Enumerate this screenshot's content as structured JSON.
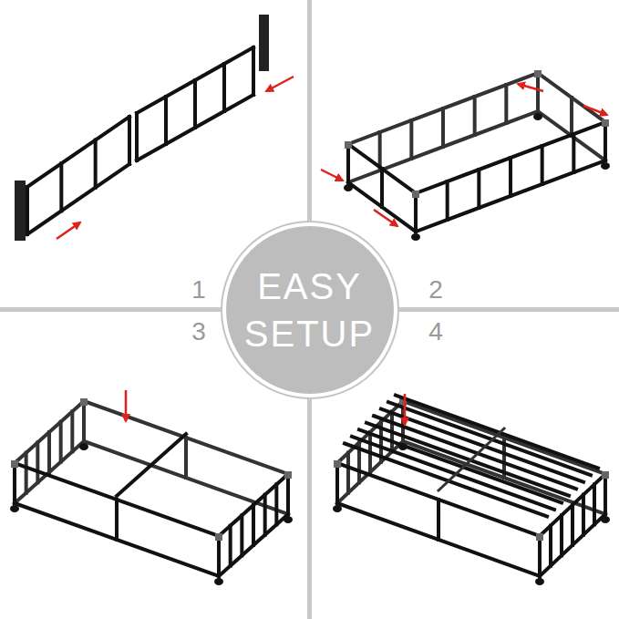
{
  "diagram": {
    "nodes": [
      {
        "text": [
          "EASY SETUP"
        ]
      }
    ],
    "labels": [
      "1",
      "2",
      "3",
      "4"
    ]
  }
}
